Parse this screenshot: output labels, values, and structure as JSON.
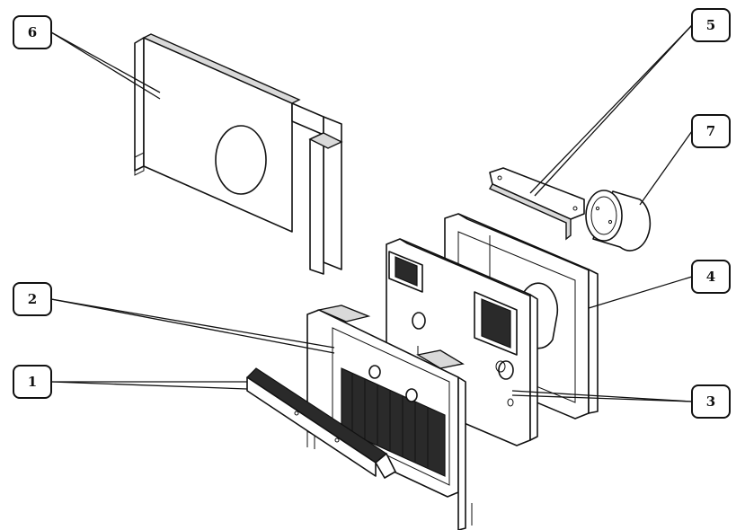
{
  "callouts": [
    {
      "id": "1",
      "label": "1"
    },
    {
      "id": "2",
      "label": "2"
    },
    {
      "id": "3",
      "label": "3"
    },
    {
      "id": "4",
      "label": "4"
    },
    {
      "id": "5",
      "label": "5"
    },
    {
      "id": "6",
      "label": "6"
    },
    {
      "id": "7",
      "label": "7"
    }
  ],
  "colors": {
    "line": "#111111",
    "background": "#ffffff",
    "shade": "#d9d9d9"
  }
}
